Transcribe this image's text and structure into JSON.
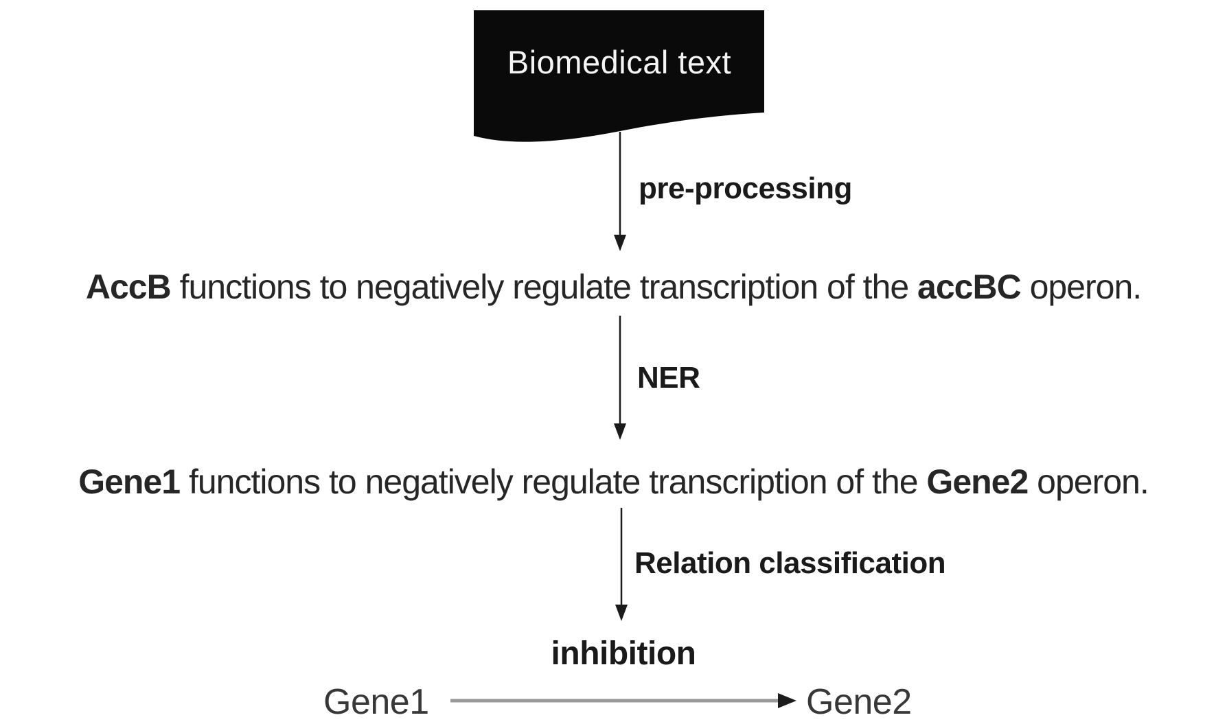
{
  "document": {
    "label": "Biomedical text"
  },
  "steps": {
    "preprocessing": "pre-processing",
    "ner": "NER",
    "relation_classification": "Relation classification"
  },
  "sentence_original": {
    "entity1": "AccB",
    "middle": " functions to negatively regulate transcription of the ",
    "entity2": "accBC",
    "end": " operon."
  },
  "sentence_ner": {
    "entity1": "Gene1",
    "middle": " functions to negatively regulate transcription of the ",
    "entity2": "Gene2",
    "end": " operon."
  },
  "result": {
    "relation_label": "inhibition",
    "source": "Gene1",
    "target": "Gene2"
  },
  "icons": {
    "document_shape": "wave-document-shape",
    "down_arrows": "down-arrow",
    "relation_edge": "right-arrow"
  },
  "colors": {
    "shape_fill": "#0a0a0a",
    "text_dark": "#262626",
    "label_dark": "#1a1a1a",
    "bottom_text": "#383838",
    "edge_gray": "#999999",
    "bg": "#ffffff"
  }
}
